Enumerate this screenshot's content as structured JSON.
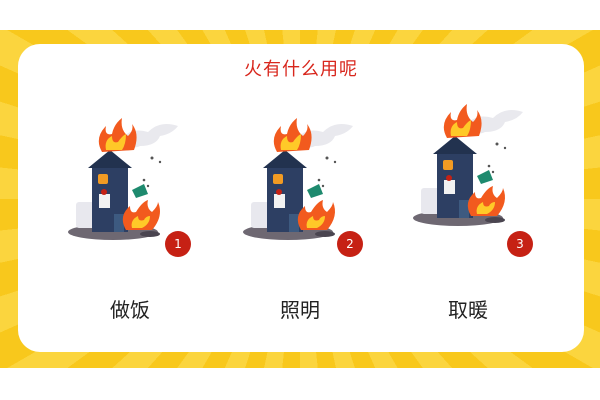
{
  "title": "火有什么用呢",
  "items": [
    {
      "number": "1",
      "label": "做饭",
      "icon": "burning-house-icon"
    },
    {
      "number": "2",
      "label": "照明",
      "icon": "burning-house-icon"
    },
    {
      "number": "3",
      "label": "取暖",
      "icon": "burning-house-icon"
    }
  ],
  "colors": {
    "banner": "#f8c81c",
    "accent": "#d8261c",
    "badge": "#c62114"
  }
}
